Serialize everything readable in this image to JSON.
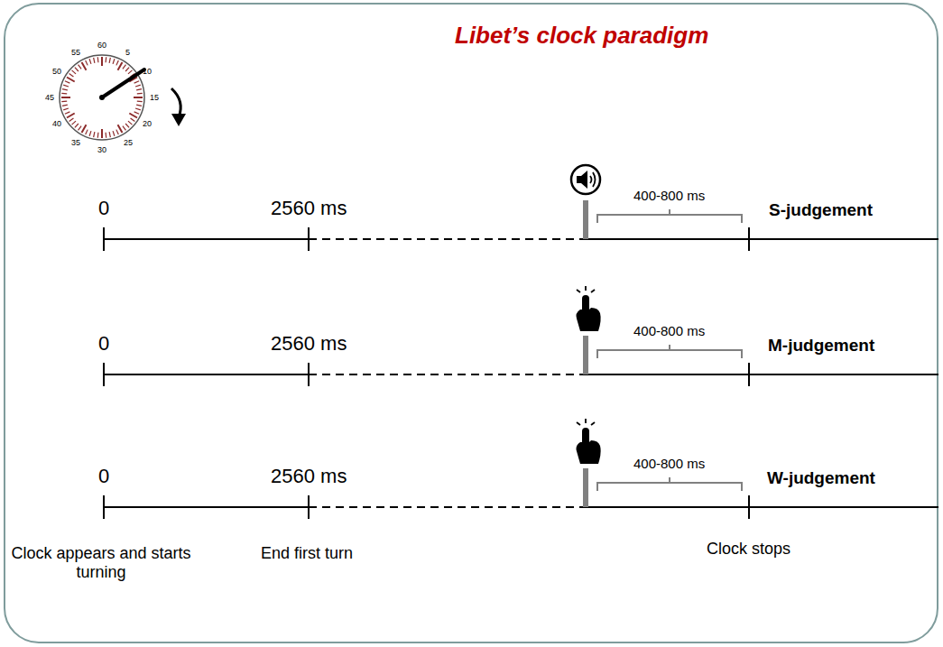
{
  "diagram": {
    "title": "Libet’s clock paradigm",
    "labels": [
      "60",
      "5",
      "10",
      "15",
      "20",
      "25",
      "30",
      "35",
      "40",
      "45",
      "50",
      "55",
      "0",
      "2560 ms",
      "400-800 ms",
      "S-judgement",
      "0",
      "2560 ms",
      "400-800 ms",
      "M-judgement",
      "0",
      "2560 ms",
      "400-800 ms",
      "W-judgement",
      "Clock appears and starts turning",
      "End first turn",
      "Clock stops"
    ]
  }
}
